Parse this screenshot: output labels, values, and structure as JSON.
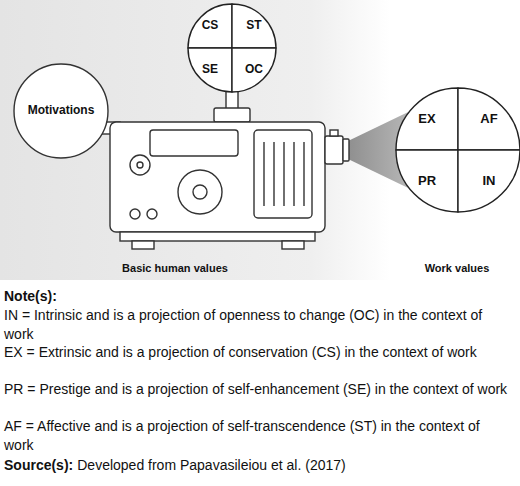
{
  "diagram": {
    "nodes": [
      {
        "text": [
          "CS"
        ]
      },
      {
        "text": [
          "ST"
        ]
      },
      {
        "text": [
          "SE"
        ]
      },
      {
        "text": [
          "OC"
        ]
      },
      {
        "text": [
          "Motivations"
        ]
      },
      {
        "text": [
          "EX"
        ]
      },
      {
        "text": [
          "AF"
        ]
      },
      {
        "text": [
          "PR"
        ]
      },
      {
        "text": [
          "IN"
        ]
      }
    ],
    "labels": [
      "Basic human values",
      "Work values",
      "Note(s):",
      "IN = Intrinsic and is a projection of openness to change (OC) in the context of work",
      "EX = Extrinsic and is a projection of conservation (CS) in the context of work",
      "PR = Prestige and is a projection of self-enhancement (SE) in the context of work",
      "AF = Affective and is a projection of self-transcendence (ST) in the context of work",
      "Source(s):",
      "Developed from Papavasileiou et al. (2017)"
    ]
  }
}
